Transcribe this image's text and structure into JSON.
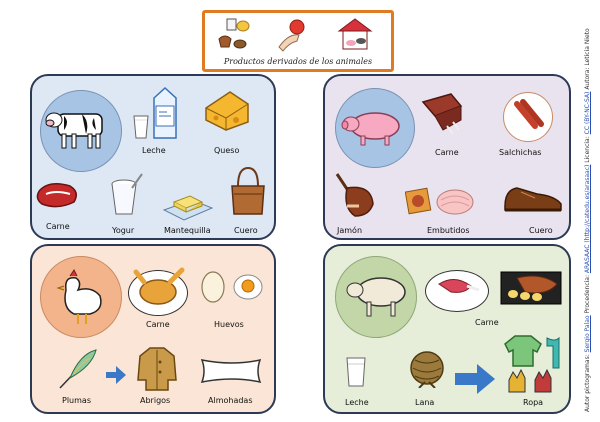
{
  "header": {
    "title": "Productos   derivados   de los animales"
  },
  "cow_panel": {
    "labels": {
      "leche": "Leche",
      "queso": "Queso",
      "carne": "Carne",
      "yogur": "Yogur",
      "mantequilla": "Mantequilla",
      "cuero": "Cuero"
    }
  },
  "pig_panel": {
    "labels": {
      "carne": "Carne",
      "salchichas": "Salchichas",
      "jamon": "Jamón",
      "embutidos": "Embutidos",
      "cuero": "Cuero"
    }
  },
  "hen_panel": {
    "labels": {
      "carne": "Carne",
      "huevos": "Huevos",
      "plumas": "Plumas",
      "abrigos": "Abrigos",
      "almohadas": "Almohadas"
    }
  },
  "sheep_panel": {
    "labels": {
      "carne": "Carne",
      "leche": "Leche",
      "lana": "Lana",
      "ropa": "Ropa"
    }
  },
  "credits": {
    "prefix": "Autor pictogramas: ",
    "author": "Sergio Palao",
    "procedencia_label": " Procedencia: ",
    "procedencia": "ARASAAC (http://catedu.es/arasaac)",
    "licencia_label": " Licencia: ",
    "licencia": "CC (BY-NC-SA)",
    "autora": " Autora: Leticia Nieto"
  },
  "colors": {
    "header_border": "#e07b22",
    "panel_border": "#2d3a55",
    "cow_bg": "#dde8f4",
    "pig_bg": "#e9e3ef",
    "hen_bg": "#fbe5d6",
    "sheep_bg": "#e6eed9"
  }
}
